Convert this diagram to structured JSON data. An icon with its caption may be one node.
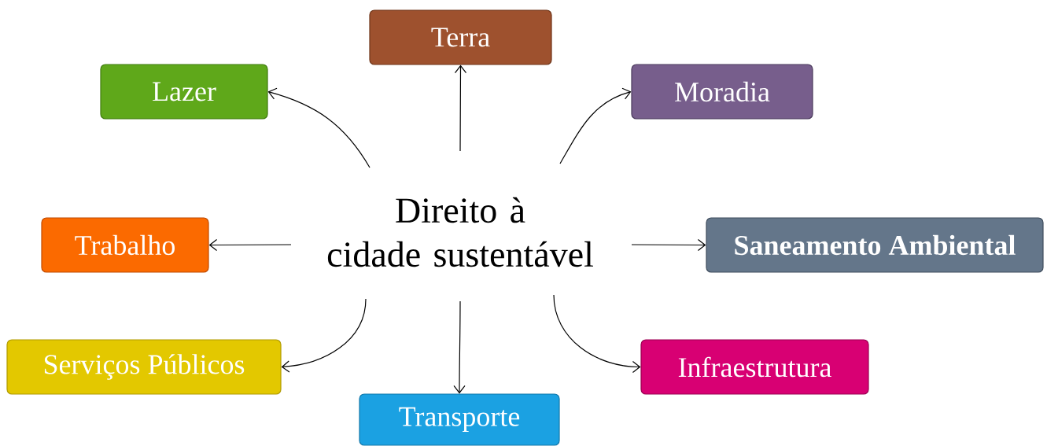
{
  "diagram": {
    "nodes": [
      {
        "text": [
          "Terra"
        ]
      },
      {
        "text": [
          "Lazer"
        ]
      },
      {
        "text": [
          "Moradia"
        ]
      },
      {
        "text": [
          "Direito à cidade sustentável"
        ]
      },
      {
        "text": [
          "Trabalho"
        ]
      },
      {
        "text": [
          "Saneamento Ambiental"
        ]
      },
      {
        "text": [
          "Serviços Públicos"
        ]
      },
      {
        "text": [
          "Infraestrutura"
        ]
      },
      {
        "text": [
          "Transporte"
        ]
      }
    ],
    "edges": [
      {
        "from": 3,
        "to": 0,
        "arrow": "to"
      },
      {
        "from": 3,
        "to": 1,
        "arrow": "to"
      },
      {
        "from": 3,
        "to": 2,
        "arrow": "to"
      },
      {
        "from": 3,
        "to": 4,
        "arrow": "to"
      },
      {
        "from": 3,
        "to": 5,
        "arrow": "to"
      },
      {
        "from": 3,
        "to": 6,
        "arrow": "to"
      },
      {
        "from": 3,
        "to": 7,
        "arrow": "to"
      },
      {
        "from": 3,
        "to": 8,
        "arrow": "to"
      }
    ]
  }
}
